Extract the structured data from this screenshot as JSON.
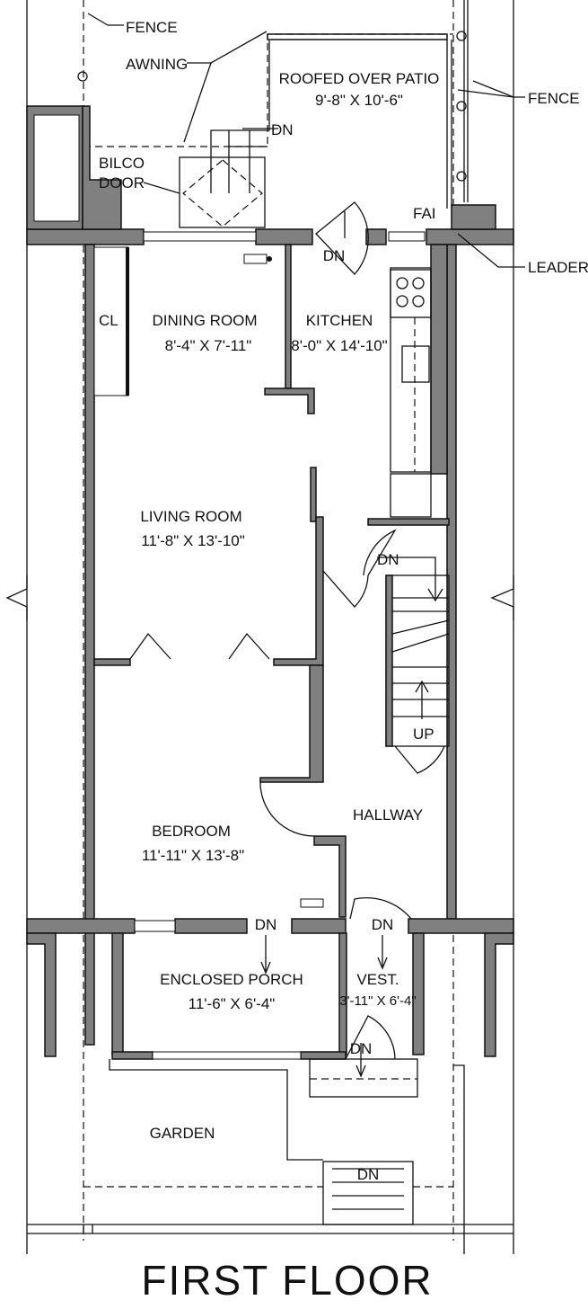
{
  "title": "FIRST FLOOR",
  "rooms": {
    "patio": {
      "name": "ROOFED OVER PATIO",
      "dims": "9'-8\" X 10'-6\""
    },
    "dining": {
      "name": "DINING ROOM",
      "dims": "8'-4\" X 7'-11\""
    },
    "kitchen": {
      "name": "KITCHEN",
      "dims": "8'-0\" X 14'-10\""
    },
    "living": {
      "name": "LIVING ROOM",
      "dims": "11'-8\" X 13'-10\""
    },
    "bedroom": {
      "name": "BEDROOM",
      "dims": "11'-11\" X 13'-8\""
    },
    "hallway": {
      "name": "HALLWAY"
    },
    "porch": {
      "name": "ENCLOSED PORCH",
      "dims": "11'-6\" X 6'-4\""
    },
    "vest": {
      "name": "VEST.",
      "dims": "3'-11\" X 6'-4\""
    },
    "garden": {
      "name": "GARDEN"
    },
    "closet": {
      "name": "CL"
    }
  },
  "annotations": {
    "fence_left": "FENCE",
    "fence_right": "FENCE",
    "awning": "AWNING",
    "bilco_1": "BILCO",
    "bilco_2": "DOOR",
    "fai": "FAI",
    "leader": "LEADER",
    "dn": "DN",
    "up": "UP"
  }
}
